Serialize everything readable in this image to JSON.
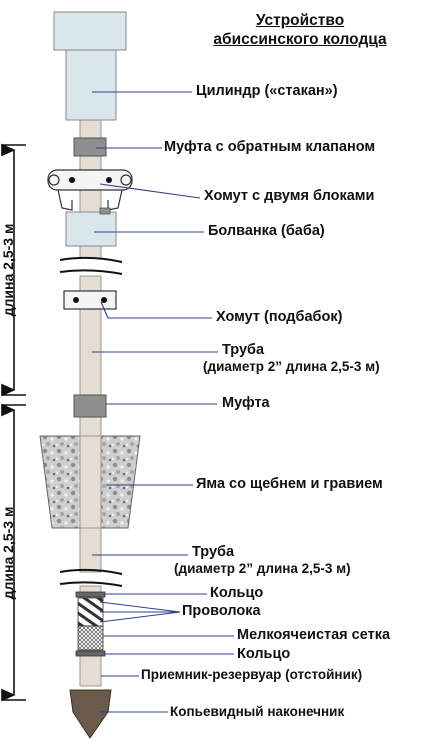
{
  "title": {
    "line1": "Устройство",
    "line2": "абиссинского колодца"
  },
  "dimensions": {
    "upper": "длина 2,5-3 м",
    "lower": "длина 2,5-3 м"
  },
  "labels": {
    "cylinder": "Цилиндр («стакан»)",
    "check_valve_coupling": "Муфта с обратным клапаном",
    "clamp_two_blocks": "Хомут с двумя блоками",
    "hammer": "Болванка (баба)",
    "clamp_podbabok": "Хомут (подбабок)",
    "pipe_upper_l1": "Труба",
    "pipe_upper_l2": "(диаметр 2” длина 2,5-3 м)",
    "coupling": "Муфта",
    "gravel_pit": "Яма со щебнем и гравием",
    "pipe_lower_l1": "Труба",
    "pipe_lower_l2": "(диаметр 2” длина 2,5-3 м)",
    "ring_top": "Кольцо",
    "wire": "Проволока",
    "fine_mesh": "Мелкоячеистая сетка",
    "ring_bottom": "Кольцо",
    "receiver_tank": "Приемник-резервуар (отстойник)",
    "spear_tip": "Копьевидный наконечник"
  },
  "colors": {
    "pipe_fill": "#e3ddd3",
    "cylinder_fill": "#d9e6ec",
    "coupling_fill": "#8f8f8f",
    "gravel_fill": "#c9c9c9",
    "tip_fill": "#6b5a49",
    "leader_line": "#2f3f8c"
  }
}
